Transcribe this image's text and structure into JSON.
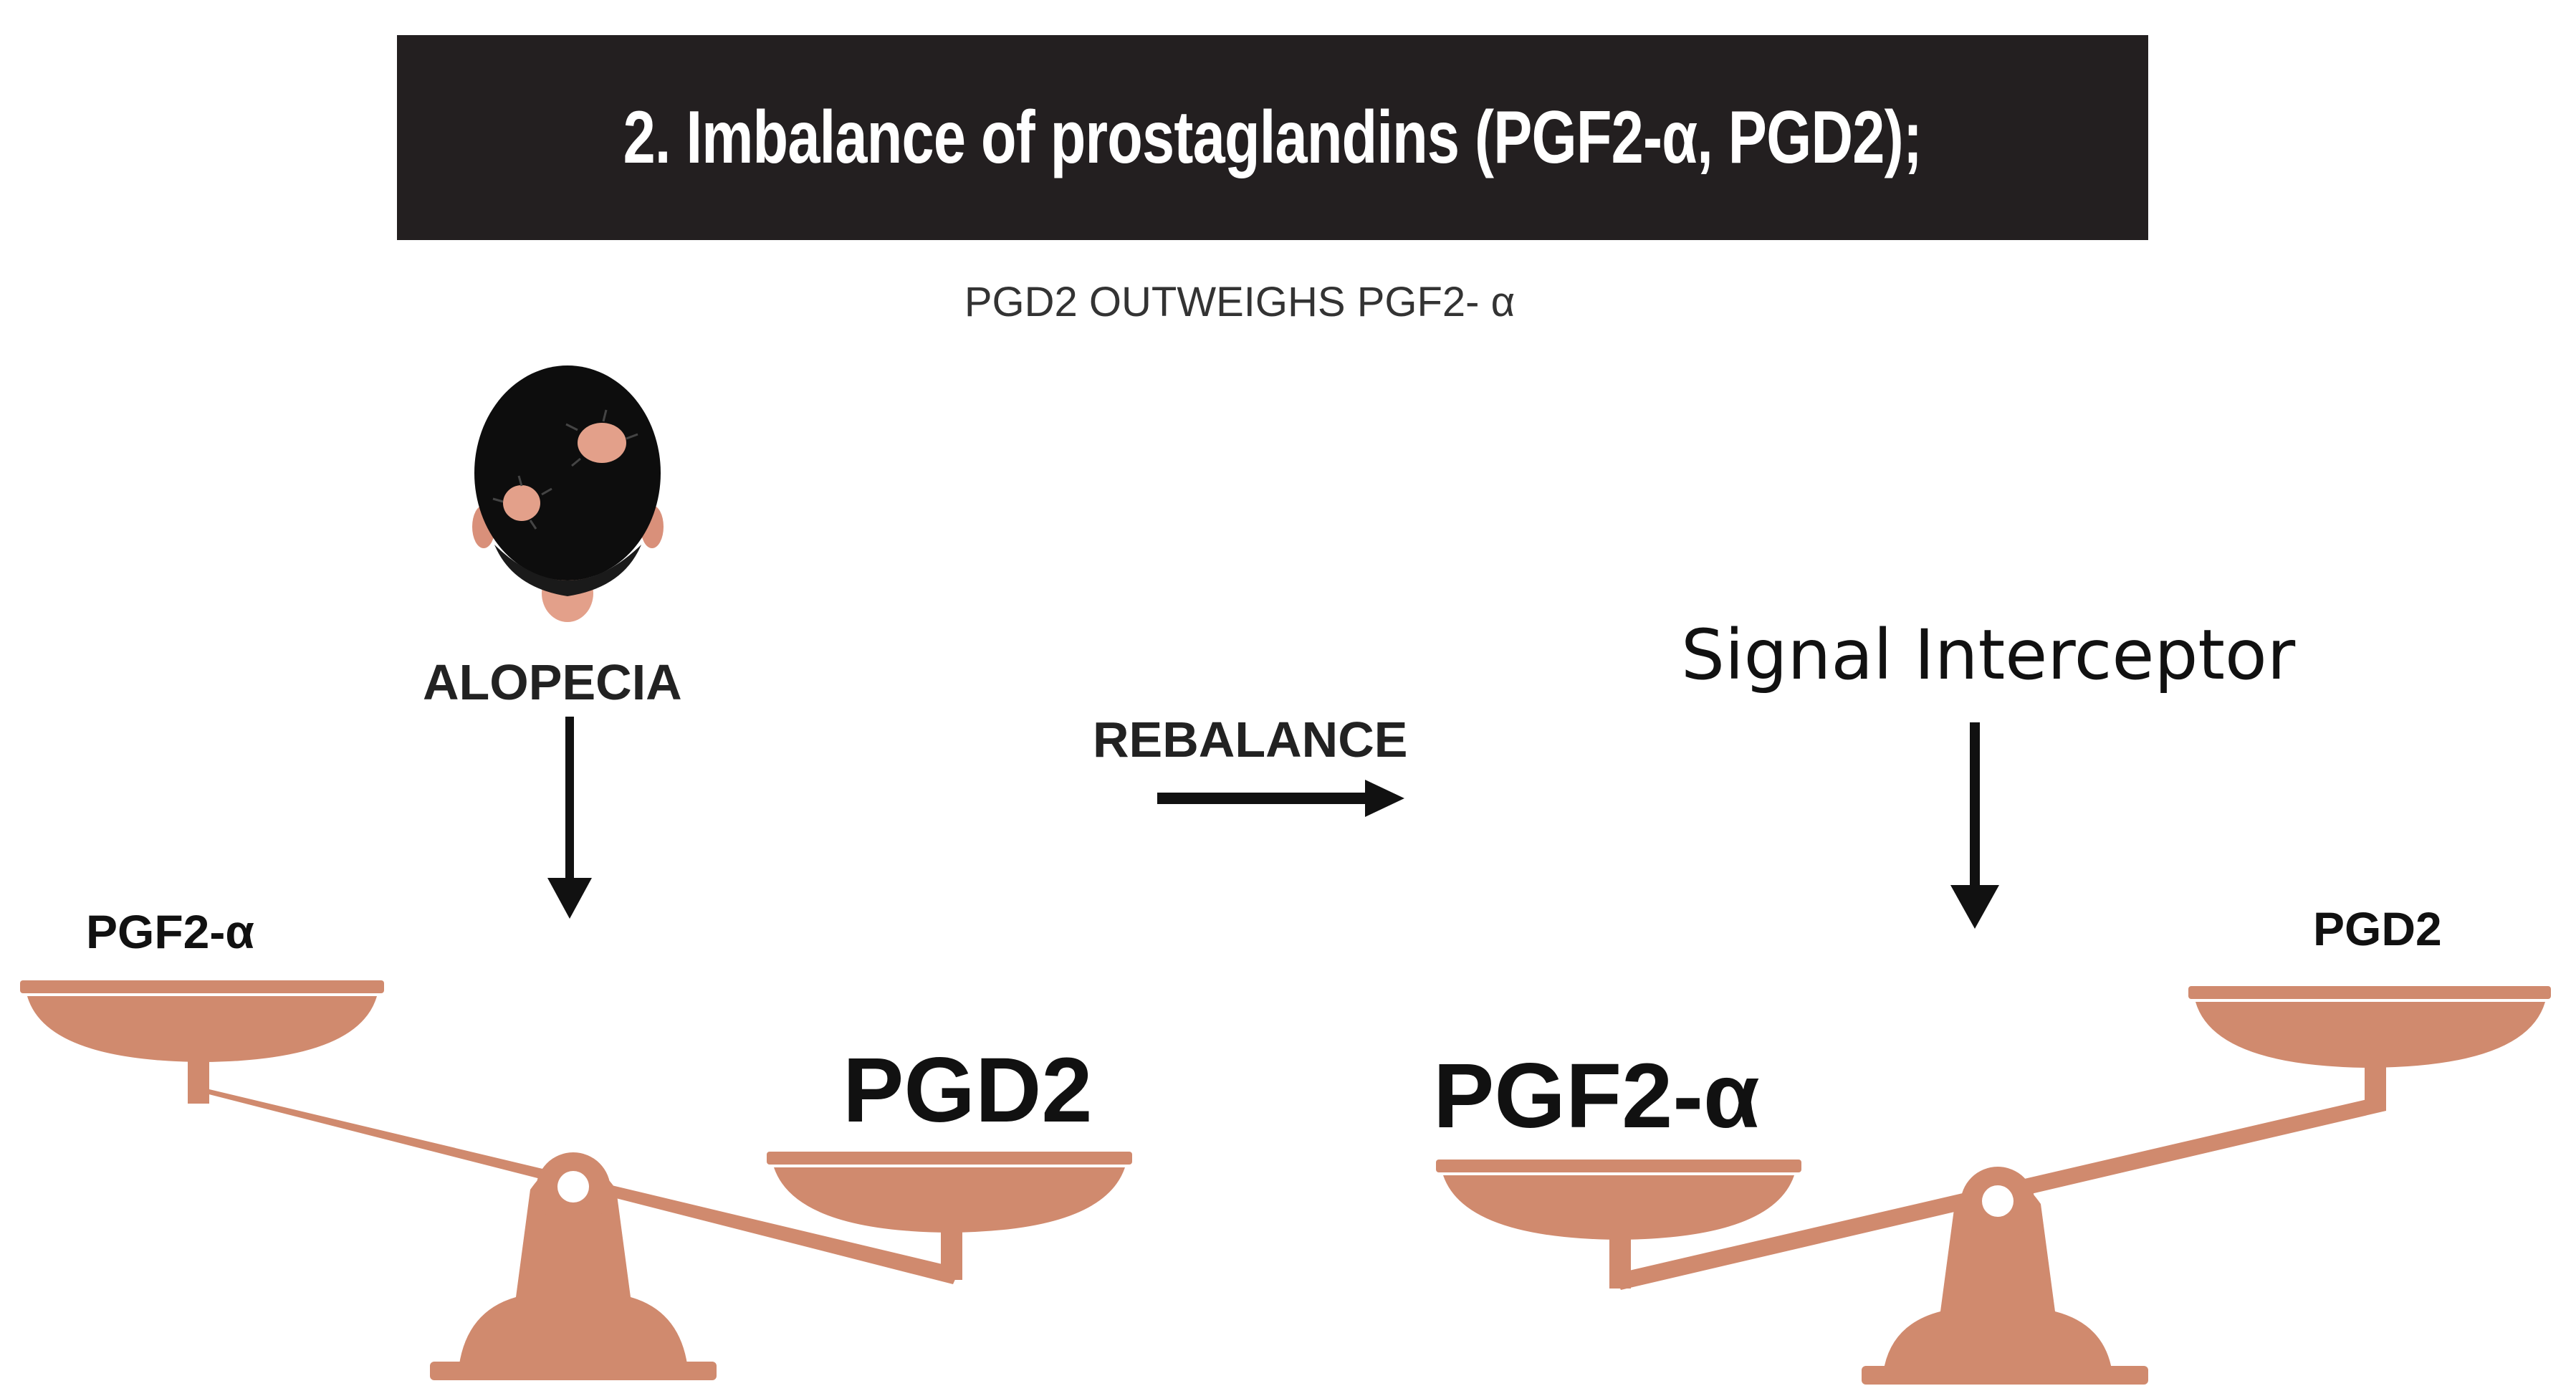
{
  "banner": {
    "title": "2. Imbalance of prostaglandins (PGF2-α, PGD2);"
  },
  "subtitle": "PGD2 OUTWEIGHS PGF2- α",
  "left_scale": {
    "top_label": "ALOPECIA",
    "low_pan_label": "PGF2-α",
    "heavy_pan_label": "PGD2"
  },
  "middle": {
    "label": "REBALANCE"
  },
  "right_scale": {
    "top_label": "Signal Interceptor",
    "low_pan_label": "PGD2",
    "heavy_pan_label": "PGF2-α"
  },
  "colors": {
    "scale": "#d08a6e",
    "banner": "#231f20",
    "text": "#222222",
    "arrow": "#111111",
    "patch": "#e3a08a"
  },
  "icons": [
    "head-icon",
    "scale-icon",
    "arrow-down-icon",
    "arrow-right-icon"
  ]
}
